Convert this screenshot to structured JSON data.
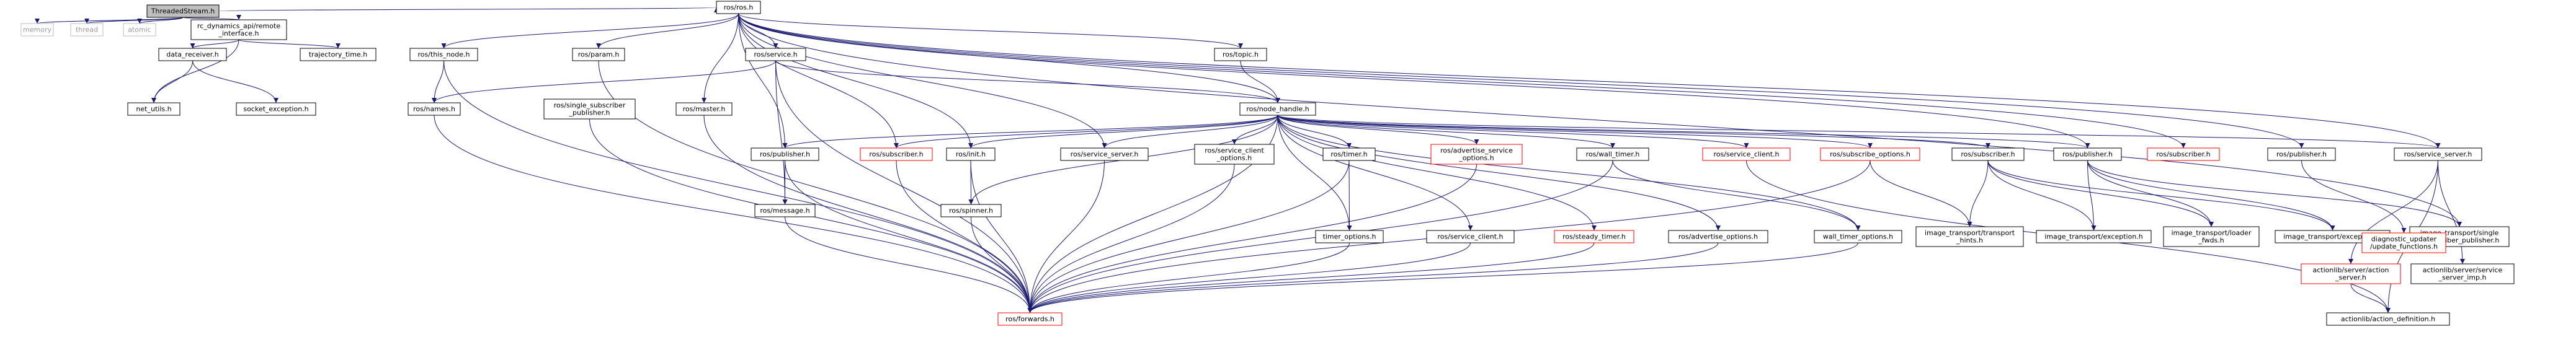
{
  "colors": {
    "edge": "#191970",
    "root_fill": "#bfbfbf",
    "normal_border": "#000000",
    "missing_border": "#bfbfbf",
    "missing_text": "#9a9a9a",
    "red_border": "#ff0000"
  },
  "nodes": [
    {
      "id": "root",
      "lines": [
        "ThreadedStream.h"
      ],
      "style": "root"
    },
    {
      "id": "memory",
      "lines": [
        "memory"
      ],
      "style": "missing"
    },
    {
      "id": "thread",
      "lines": [
        "thread"
      ],
      "style": "missing"
    },
    {
      "id": "atomic",
      "lines": [
        "atomic"
      ],
      "style": "missing"
    },
    {
      "id": "remote_interface",
      "lines": [
        "rc_dynamics_api/remote",
        "_interface.h"
      ],
      "style": "normal"
    },
    {
      "id": "ros",
      "lines": [
        "ros/ros.h"
      ],
      "style": "normal"
    },
    {
      "id": "data_receiver",
      "lines": [
        "data_receiver.h"
      ],
      "style": "normal"
    },
    {
      "id": "trajectory_time",
      "lines": [
        "trajectory_time.h"
      ],
      "style": "normal"
    },
    {
      "id": "net_utils",
      "lines": [
        "net_utils.h"
      ],
      "style": "normal"
    },
    {
      "id": "socket_exception",
      "lines": [
        "socket_exception.h"
      ],
      "style": "normal"
    },
    {
      "id": "this_node",
      "lines": [
        "ros/this_node.h"
      ],
      "style": "normal"
    },
    {
      "id": "param",
      "lines": [
        "ros/param.h"
      ],
      "style": "normal"
    },
    {
      "id": "service",
      "lines": [
        "ros/service.h"
      ],
      "style": "normal"
    },
    {
      "id": "topic",
      "lines": [
        "ros/topic.h"
      ],
      "style": "normal"
    },
    {
      "id": "names",
      "lines": [
        "ros/names.h"
      ],
      "style": "normal"
    },
    {
      "id": "single_sub_pub",
      "lines": [
        "ros/single_subscriber",
        "_publisher.h"
      ],
      "style": "normal"
    },
    {
      "id": "master",
      "lines": [
        "ros/master.h"
      ],
      "style": "normal"
    },
    {
      "id": "node_handle",
      "lines": [
        "ros/node_handle.h"
      ],
      "style": "normal"
    },
    {
      "id": "publisher_a",
      "lines": [
        "ros/publisher.h"
      ],
      "style": "normal"
    },
    {
      "id": "subscriber_a",
      "lines": [
        "ros/subscriber.h"
      ],
      "style": "red"
    },
    {
      "id": "init",
      "lines": [
        "ros/init.h"
      ],
      "style": "normal"
    },
    {
      "id": "service_server_a",
      "lines": [
        "ros/service_server.h"
      ],
      "style": "normal"
    },
    {
      "id": "service_client_options",
      "lines": [
        "ros/service_client",
        "_options.h"
      ],
      "style": "normal"
    },
    {
      "id": "timer",
      "lines": [
        "ros/timer.h"
      ],
      "style": "normal"
    },
    {
      "id": "advertise_service_options",
      "lines": [
        "ros/advertise_service",
        "_options.h"
      ],
      "style": "red"
    },
    {
      "id": "wall_timer",
      "lines": [
        "ros/wall_timer.h"
      ],
      "style": "normal"
    },
    {
      "id": "service_client",
      "lines": [
        "ros/service_client.h"
      ],
      "style": "red"
    },
    {
      "id": "subscribe_options",
      "lines": [
        "ros/subscribe_options.h"
      ],
      "style": "red"
    },
    {
      "id": "subscriber_b",
      "lines": [
        "ros/subscriber.h"
      ],
      "style": "normal"
    },
    {
      "id": "publisher_b",
      "lines": [
        "ros/publisher.h"
      ],
      "style": "normal"
    },
    {
      "id": "subscriber_c",
      "lines": [
        "ros/subscriber.h"
      ],
      "style": "red"
    },
    {
      "id": "publisher_c",
      "lines": [
        "ros/publisher.h"
      ],
      "style": "normal"
    },
    {
      "id": "service_server_b",
      "lines": [
        "ros/service_server.h"
      ],
      "style": "normal"
    },
    {
      "id": "message",
      "lines": [
        "ros/message.h"
      ],
      "style": "normal"
    },
    {
      "id": "spinner",
      "lines": [
        "ros/spinner.h"
      ],
      "style": "normal"
    },
    {
      "id": "timer_options",
      "lines": [
        "timer_options.h"
      ],
      "style": "normal"
    },
    {
      "id": "service_client_b",
      "lines": [
        "ros/service_client.h"
      ],
      "style": "normal"
    },
    {
      "id": "steady_timer",
      "lines": [
        "ros/steady_timer.h"
      ],
      "style": "red"
    },
    {
      "id": "advertise_options",
      "lines": [
        "ros/advertise_options.h"
      ],
      "style": "normal"
    },
    {
      "id": "wall_timer_options",
      "lines": [
        "wall_timer_options.h"
      ],
      "style": "normal"
    },
    {
      "id": "it_transport_hints",
      "lines": [
        "image_transport/transport",
        "_hints.h"
      ],
      "style": "normal"
    },
    {
      "id": "it_exception_a",
      "lines": [
        "image_transport/exception.h"
      ],
      "style": "normal"
    },
    {
      "id": "it_loader_fwds",
      "lines": [
        "image_transport/loader",
        "_fwds.h"
      ],
      "style": "normal"
    },
    {
      "id": "it_exception_b",
      "lines": [
        "image_transport/exception.h"
      ],
      "style": "normal"
    },
    {
      "id": "it_single_sub_pub",
      "lines": [
        "image_transport/single",
        "_subscriber_publisher.h"
      ],
      "style": "normal"
    },
    {
      "id": "diagnostic_updater",
      "lines": [
        "diagnostic_updater",
        "/update_functions.h"
      ],
      "style": "red"
    },
    {
      "id": "actionlib_service_server_imp",
      "lines": [
        "actionlib/server/service",
        "_server_imp.h"
      ],
      "style": "normal"
    },
    {
      "id": "actionlib_action_server",
      "lines": [
        "actionlib/server/action",
        "_server.h"
      ],
      "style": "red"
    },
    {
      "id": "forwards",
      "lines": [
        "ros/forwards.h"
      ],
      "style": "red"
    },
    {
      "id": "action_definition",
      "lines": [
        "actionlib/action_definition.h"
      ],
      "style": "normal"
    }
  ],
  "edges": [
    [
      "root",
      "memory"
    ],
    [
      "root",
      "thread"
    ],
    [
      "root",
      "atomic"
    ],
    [
      "root",
      "remote_interface"
    ],
    [
      "root",
      "ros"
    ],
    [
      "remote_interface",
      "data_receiver"
    ],
    [
      "remote_interface",
      "trajectory_time"
    ],
    [
      "remote_interface",
      "net_utils"
    ],
    [
      "data_receiver",
      "net_utils"
    ],
    [
      "data_receiver",
      "socket_exception"
    ],
    [
      "ros",
      "this_node"
    ],
    [
      "ros",
      "param"
    ],
    [
      "ros",
      "service"
    ],
    [
      "ros",
      "topic"
    ],
    [
      "ros",
      "master"
    ],
    [
      "ros",
      "node_handle"
    ],
    [
      "ros",
      "publisher_a"
    ],
    [
      "ros",
      "subscriber_a"
    ],
    [
      "ros",
      "init"
    ],
    [
      "ros",
      "service_server_a"
    ],
    [
      "ros",
      "publisher_b"
    ],
    [
      "ros",
      "subscriber_c"
    ],
    [
      "ros",
      "publisher_c"
    ],
    [
      "ros",
      "service_server_b"
    ],
    [
      "ros",
      "it_single_sub_pub"
    ],
    [
      "this_node",
      "names"
    ],
    [
      "this_node",
      "forwards"
    ],
    [
      "param",
      "forwards"
    ],
    [
      "service",
      "names"
    ],
    [
      "service",
      "node_handle"
    ],
    [
      "service",
      "message"
    ],
    [
      "service",
      "forwards"
    ],
    [
      "topic",
      "node_handle"
    ],
    [
      "names",
      "forwards"
    ],
    [
      "single_sub_pub",
      "forwards"
    ],
    [
      "master",
      "forwards"
    ],
    [
      "node_handle",
      "publisher_a"
    ],
    [
      "node_handle",
      "subscriber_a"
    ],
    [
      "node_handle",
      "init"
    ],
    [
      "node_handle",
      "spinner"
    ],
    [
      "node_handle",
      "service_server_a"
    ],
    [
      "node_handle",
      "service_client_options"
    ],
    [
      "node_handle",
      "timer"
    ],
    [
      "node_handle",
      "timer_options"
    ],
    [
      "node_handle",
      "service_client_b"
    ],
    [
      "node_handle",
      "steady_timer"
    ],
    [
      "node_handle",
      "advertise_options"
    ],
    [
      "node_handle",
      "advertise_service_options"
    ],
    [
      "node_handle",
      "wall_timer"
    ],
    [
      "node_handle",
      "wall_timer_options"
    ],
    [
      "node_handle",
      "service_client"
    ],
    [
      "node_handle",
      "subscribe_options"
    ],
    [
      "node_handle",
      "subscriber_b"
    ],
    [
      "node_handle",
      "publisher_b"
    ],
    [
      "node_handle",
      "service_server_b"
    ],
    [
      "node_handle",
      "forwards"
    ],
    [
      "publisher_a",
      "message"
    ],
    [
      "publisher_a",
      "forwards"
    ],
    [
      "subscriber_a",
      "forwards"
    ],
    [
      "init",
      "spinner"
    ],
    [
      "init",
      "forwards"
    ],
    [
      "service_server_a",
      "forwards"
    ],
    [
      "service_client_options",
      "forwards"
    ],
    [
      "timer",
      "timer_options"
    ],
    [
      "timer",
      "forwards"
    ],
    [
      "advertise_service_options",
      "forwards"
    ],
    [
      "wall_timer",
      "wall_timer_options"
    ],
    [
      "wall_timer",
      "forwards"
    ],
    [
      "service_client",
      "action_definition"
    ],
    [
      "subscribe_options",
      "it_transport_hints"
    ],
    [
      "subscribe_options",
      "forwards"
    ],
    [
      "subscriber_b",
      "it_transport_hints"
    ],
    [
      "subscriber_b",
      "it_exception_a"
    ],
    [
      "subscriber_b",
      "it_loader_fwds"
    ],
    [
      "subscriber_b",
      "it_exception_b"
    ],
    [
      "publisher_b",
      "it_exception_a"
    ],
    [
      "publisher_b",
      "it_loader_fwds"
    ],
    [
      "publisher_b",
      "it_exception_b"
    ],
    [
      "publisher_b",
      "it_single_sub_pub"
    ],
    [
      "publisher_c",
      "diagnostic_updater"
    ],
    [
      "service_server_b",
      "actionlib_service_server_imp"
    ],
    [
      "service_server_b",
      "actionlib_action_server"
    ],
    [
      "service_server_b",
      "action_definition"
    ],
    [
      "actionlib_action_server",
      "action_definition"
    ],
    [
      "timer_options",
      "forwards"
    ],
    [
      "service_client_b",
      "forwards"
    ],
    [
      "steady_timer",
      "forwards"
    ],
    [
      "advertise_options",
      "forwards"
    ],
    [
      "wall_timer_options",
      "forwards"
    ],
    [
      "message",
      "forwards"
    ],
    [
      "spinner",
      "forwards"
    ]
  ]
}
